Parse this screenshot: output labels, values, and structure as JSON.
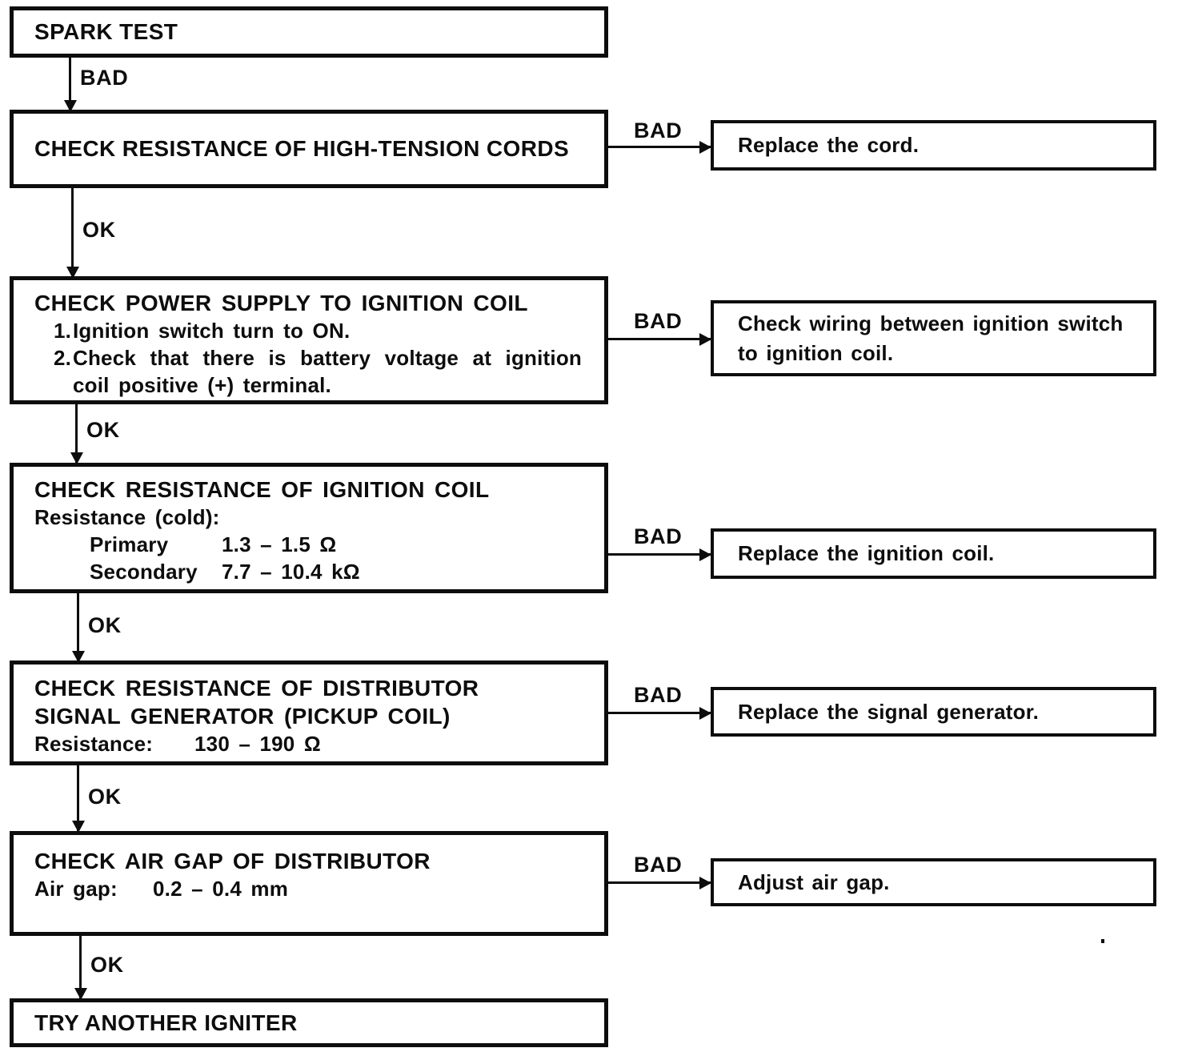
{
  "page": {
    "background_color": "#ffffff",
    "ink_color": "#0d0d0d",
    "kind": "ignition-system troubleshooting flowchart"
  },
  "steps": [
    {
      "title": "SPARK TEST"
    },
    {
      "in_label": "BAD",
      "title": "CHECK RESISTANCE OF HIGH-TENSION CORDS",
      "bad": {
        "label": "BAD",
        "action": "Replace the cord."
      }
    },
    {
      "in_label": "OK",
      "title": "CHECK POWER SUPPLY TO IGNITION COIL",
      "items": [
        {
          "num": "1.",
          "text": "Ignition switch turn to ON."
        },
        {
          "num": "2.",
          "text": "Check that there is battery voltage at ignition coil positive (+) terminal."
        }
      ],
      "bad": {
        "label": "BAD",
        "action": "Check wiring between ignition switch to ignition coil."
      }
    },
    {
      "in_label": "OK",
      "title": "CHECK RESISTANCE OF IGNITION COIL",
      "spec_heading": "Resistance (cold):",
      "specs": [
        {
          "name": "Primary",
          "value": "1.3 – 1.5 Ω"
        },
        {
          "name": "Secondary",
          "value": "7.7 – 10.4 kΩ"
        }
      ],
      "bad": {
        "label": "BAD",
        "action": "Replace the ignition coil."
      }
    },
    {
      "in_label": "OK",
      "title_line1": "CHECK RESISTANCE OF DISTRIBUTOR",
      "title_line2": "SIGNAL GENERATOR (PICKUP COIL)",
      "spec": {
        "name": "Resistance:",
        "value": "130 – 190 Ω"
      },
      "bad": {
        "label": "BAD",
        "action": "Replace the signal generator."
      }
    },
    {
      "in_label": "OK",
      "title": "CHECK AIR GAP OF DISTRIBUTOR",
      "spec": {
        "name": "Air gap:",
        "value": "0.2 – 0.4 mm"
      },
      "bad": {
        "label": "BAD",
        "action": "Adjust air gap."
      }
    },
    {
      "in_label": "OK",
      "title": "TRY ANOTHER IGNITER"
    }
  ]
}
